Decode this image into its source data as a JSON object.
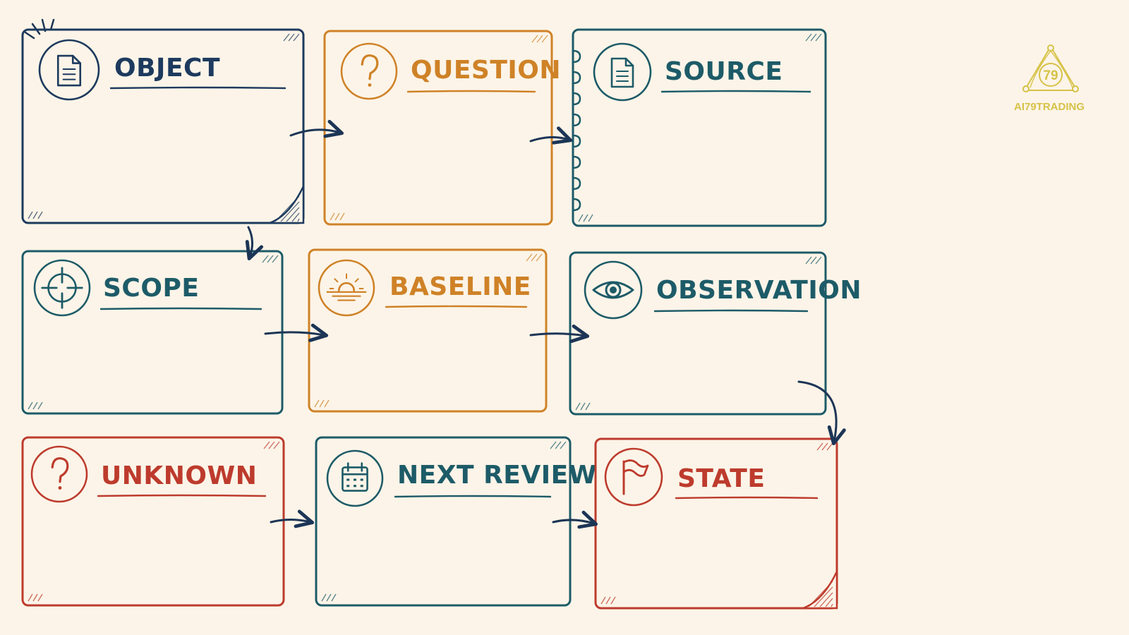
{
  "colors": {
    "background": "#fcf4e8",
    "navy": "#1c3556",
    "teal": "#1d5b68",
    "orange": "#cf8227",
    "red": "#bd3b2d",
    "gold": "#d6c247"
  },
  "cards": [
    {
      "id": "object",
      "title": "OBJECT",
      "icon": "document-icon",
      "color": "#1d3a5e"
    },
    {
      "id": "question",
      "title": "QUESTION",
      "icon": "question-icon",
      "color": "#cf8227"
    },
    {
      "id": "source",
      "title": "SOURCE",
      "icon": "document-icon",
      "color": "#1d5b68"
    },
    {
      "id": "scope",
      "title": "SCOPE",
      "icon": "crosshair-icon",
      "color": "#1d5b68"
    },
    {
      "id": "baseline",
      "title": "BASELINE",
      "icon": "sunrise-icon",
      "color": "#cf8227"
    },
    {
      "id": "observation",
      "title": "OBSERVATION",
      "icon": "eye-icon",
      "color": "#1d5b68"
    },
    {
      "id": "unknown",
      "title": "UNKNOWN",
      "icon": "question-icon",
      "color": "#bd3b2d"
    },
    {
      "id": "next-review",
      "title": "NEXT REVIEW",
      "icon": "calendar-icon",
      "color": "#1d5b68"
    },
    {
      "id": "state",
      "title": "STATE",
      "icon": "flag-icon",
      "color": "#bd3b2d"
    }
  ],
  "arrows": [
    {
      "from": "object",
      "to": "question"
    },
    {
      "from": "question",
      "to": "source"
    },
    {
      "from": "object",
      "to": "scope"
    },
    {
      "from": "scope",
      "to": "baseline"
    },
    {
      "from": "baseline",
      "to": "observation"
    },
    {
      "from": "observation",
      "to": "state"
    },
    {
      "from": "unknown",
      "to": "next-review"
    },
    {
      "from": "next-review",
      "to": "state"
    }
  ],
  "logo": {
    "text": "AI79TRADING",
    "badge": "79"
  }
}
